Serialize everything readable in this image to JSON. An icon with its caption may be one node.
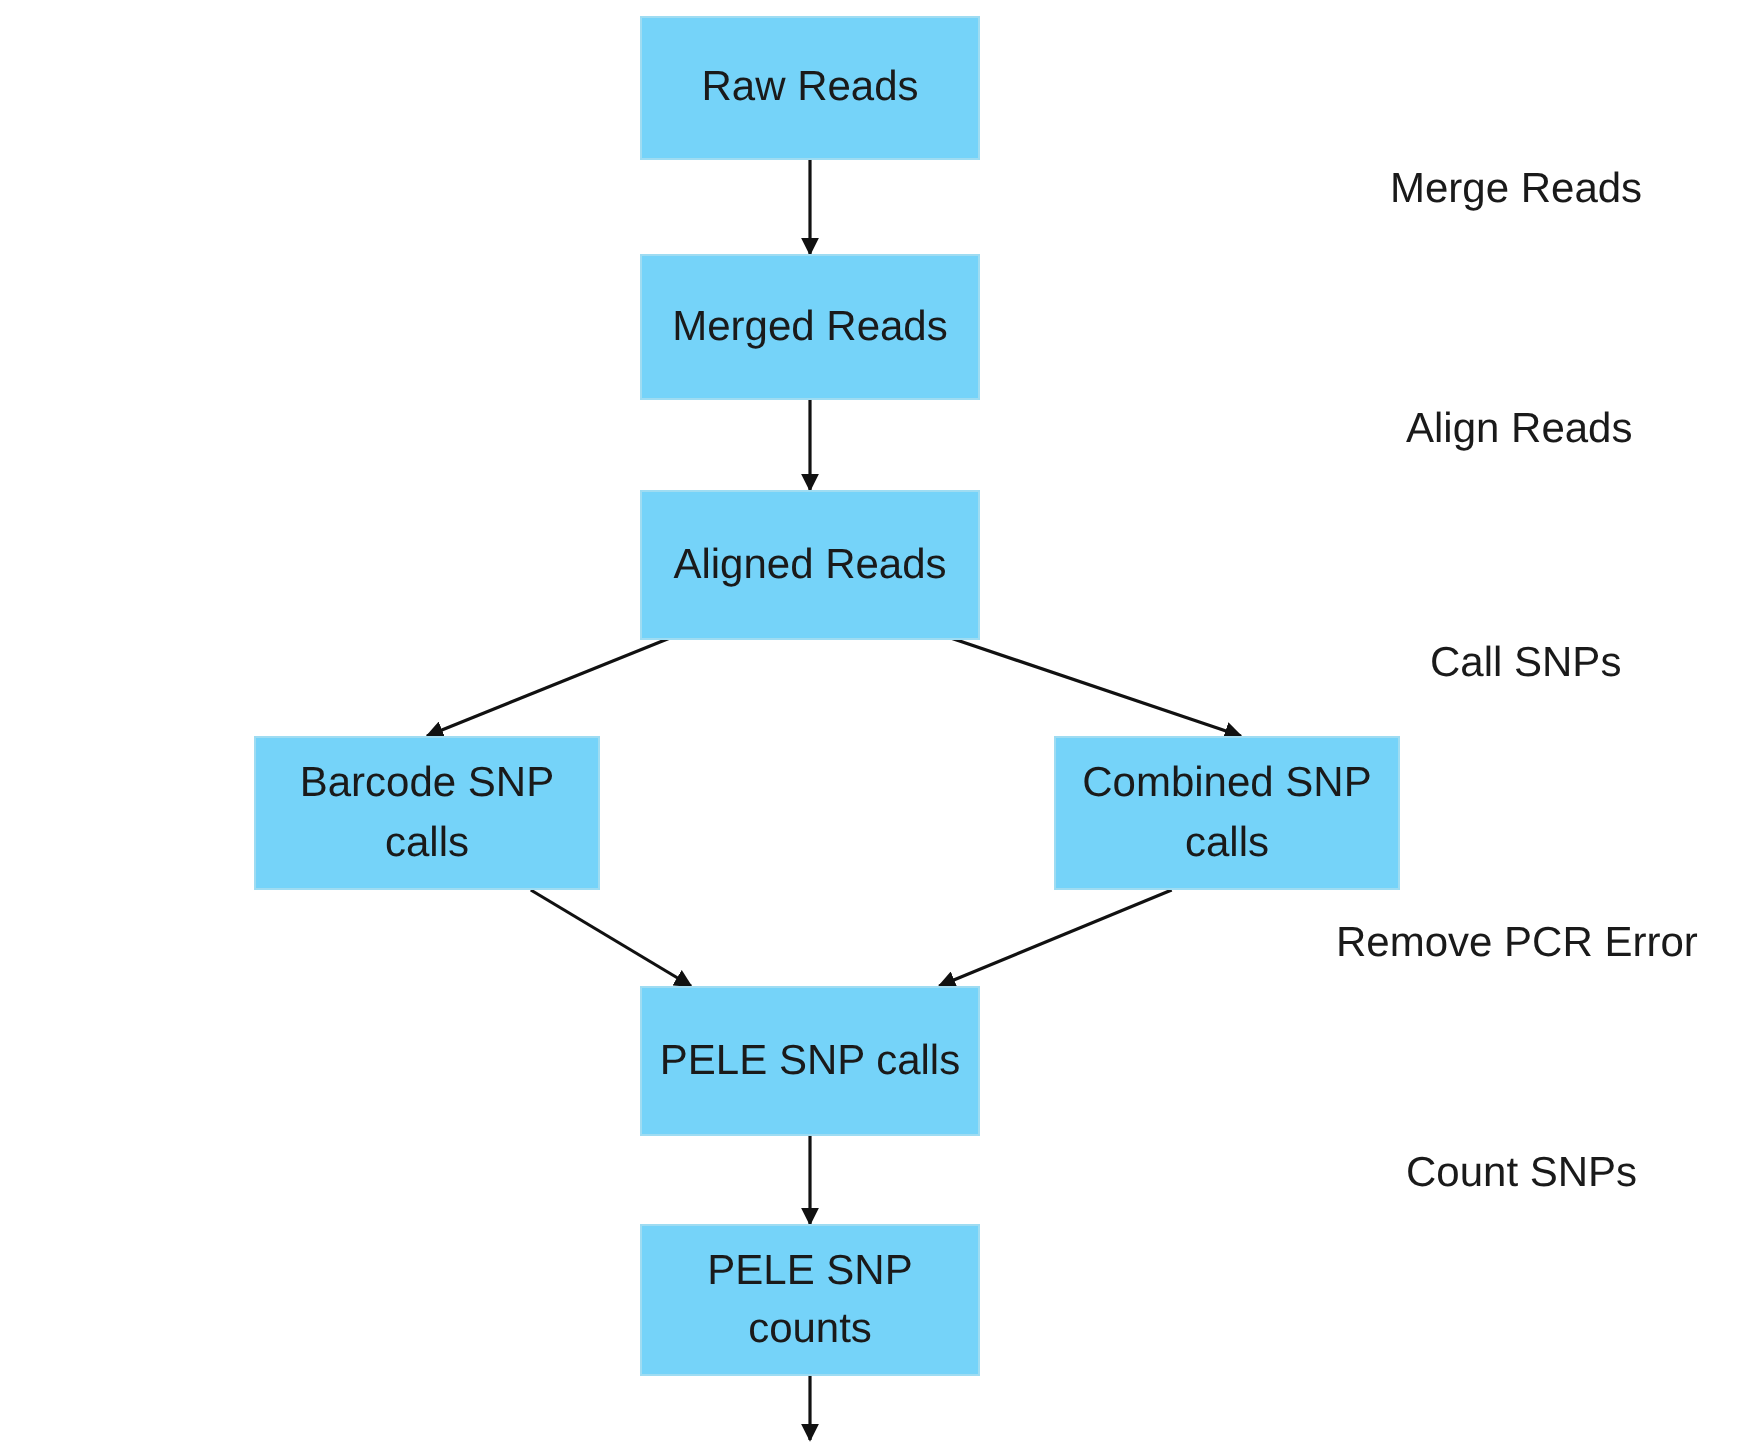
{
  "diagram": {
    "nodes": [
      {
        "text": [
          "Raw Reads"
        ]
      },
      {
        "text": [
          "Merged Reads"
        ]
      },
      {
        "text": [
          "Aligned Reads"
        ]
      },
      {
        "text": [
          "Barcode SNP calls"
        ]
      },
      {
        "text": [
          "Combined SNP calls"
        ]
      },
      {
        "text": [
          "PELE SNP calls"
        ]
      },
      {
        "text": [
          "PELE SNP counts"
        ]
      }
    ],
    "edges": [
      {
        "from": 0,
        "to": 1,
        "arrow": "to"
      },
      {
        "from": 1,
        "to": 2,
        "arrow": "to"
      },
      {
        "from": 2,
        "to": 3,
        "arrow": "to"
      },
      {
        "from": 2,
        "to": 4,
        "arrow": "to"
      },
      {
        "from": 3,
        "to": 5,
        "arrow": "to"
      },
      {
        "from": 4,
        "to": 5,
        "arrow": "to"
      },
      {
        "from": 5,
        "to": 6,
        "arrow": "to"
      },
      {
        "from": 6,
        "to": null,
        "arrow": "to"
      }
    ],
    "labels": [
      "Merge Reads",
      "Align Reads",
      "Call SNPs",
      "Remove PCR Error",
      "Count SNPs"
    ]
  }
}
